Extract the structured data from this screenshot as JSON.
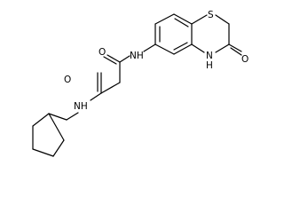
{
  "molecule": {
    "atoms": {
      "s1": "S",
      "o_ketone": "O",
      "nh_ring": "N",
      "h_ring": "H",
      "nh_amide1": "NH",
      "o_amide1": "O",
      "o_amide2": "O",
      "nh_amide2": "NH"
    }
  },
  "colors": {
    "bond": "#000000",
    "text": "#000000",
    "background": "#ffffff"
  }
}
